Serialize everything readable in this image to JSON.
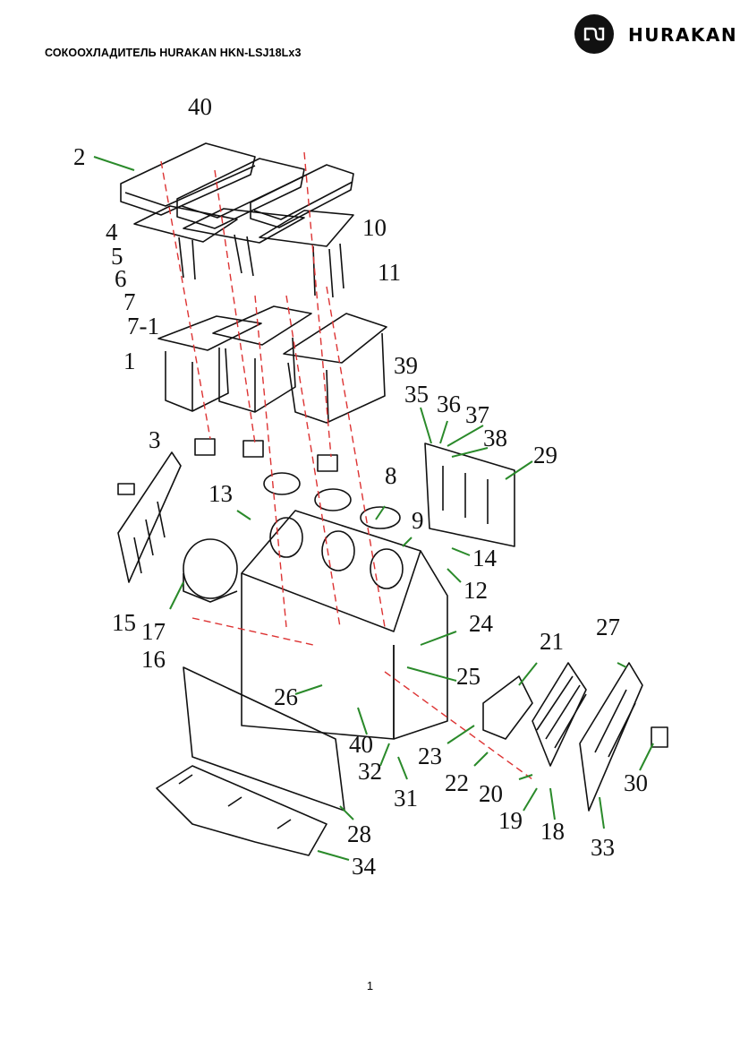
{
  "header": {
    "title": "СОКООХЛАДИТЕЛЬ HURAKAN HKN-LSJ18Lx3",
    "brand": "HURAKAN"
  },
  "diagram": {
    "callouts": [
      {
        "id": "c40a",
        "label": "40"
      },
      {
        "id": "c2",
        "label": "2"
      },
      {
        "id": "c4",
        "label": "4"
      },
      {
        "id": "c5",
        "label": "5"
      },
      {
        "id": "c6",
        "label": "6"
      },
      {
        "id": "c7",
        "label": "7"
      },
      {
        "id": "c7-1",
        "label": "7-1"
      },
      {
        "id": "c1",
        "label": "1"
      },
      {
        "id": "c10",
        "label": "10"
      },
      {
        "id": "c11",
        "label": "11"
      },
      {
        "id": "c39",
        "label": "39"
      },
      {
        "id": "c35",
        "label": "35"
      },
      {
        "id": "c36",
        "label": "36"
      },
      {
        "id": "c37",
        "label": "37"
      },
      {
        "id": "c38",
        "label": "38"
      },
      {
        "id": "c29",
        "label": "29"
      },
      {
        "id": "c3",
        "label": "3"
      },
      {
        "id": "c13",
        "label": "13"
      },
      {
        "id": "c8",
        "label": "8"
      },
      {
        "id": "c9",
        "label": "9"
      },
      {
        "id": "c14",
        "label": "14"
      },
      {
        "id": "c12",
        "label": "12"
      },
      {
        "id": "c15",
        "label": "15"
      },
      {
        "id": "c17",
        "label": "17"
      },
      {
        "id": "c16",
        "label": "16"
      },
      {
        "id": "c24",
        "label": "24"
      },
      {
        "id": "c21",
        "label": "21"
      },
      {
        "id": "c27",
        "label": "27"
      },
      {
        "id": "c25",
        "label": "25"
      },
      {
        "id": "c26",
        "label": "26"
      },
      {
        "id": "c40b",
        "label": "40"
      },
      {
        "id": "c23",
        "label": "23"
      },
      {
        "id": "c32",
        "label": "32"
      },
      {
        "id": "c22",
        "label": "22"
      },
      {
        "id": "c20",
        "label": "20"
      },
      {
        "id": "c30",
        "label": "30"
      },
      {
        "id": "c31",
        "label": "31"
      },
      {
        "id": "c19",
        "label": "19"
      },
      {
        "id": "c18",
        "label": "18"
      },
      {
        "id": "c33",
        "label": "33"
      },
      {
        "id": "c28",
        "label": "28"
      },
      {
        "id": "c34",
        "label": "34"
      }
    ]
  },
  "footer": {
    "page_number": "1"
  }
}
